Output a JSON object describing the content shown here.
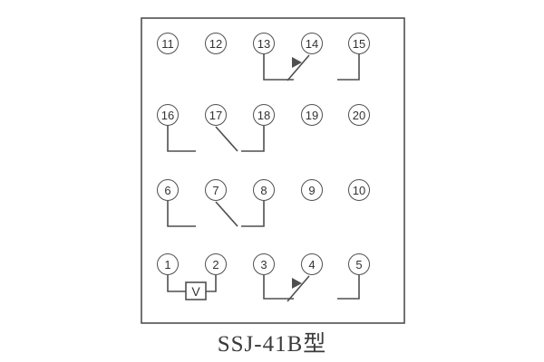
{
  "diagram": {
    "caption": "SSJ-41B型",
    "component_label": "V",
    "line_color": "#4f4f4f",
    "text_color": "#3a3a3a",
    "rows": [
      {
        "terminals": [
          "11",
          "12",
          "13",
          "14",
          "15"
        ]
      },
      {
        "terminals": [
          "16",
          "17",
          "18",
          "19",
          "20"
        ]
      },
      {
        "terminals": [
          "6",
          "7",
          "8",
          "9",
          "10"
        ]
      },
      {
        "terminals": [
          "1",
          "2",
          "3",
          "4",
          "5"
        ]
      }
    ],
    "contacts": [
      {
        "type": "switch-contact",
        "between": [
          "13",
          "14"
        ],
        "aux": "15"
      },
      {
        "type": "switch-contact",
        "between": [
          "17",
          "18"
        ],
        "aux": "16"
      },
      {
        "type": "switch-contact",
        "between": [
          "7",
          "8"
        ],
        "aux": "6"
      },
      {
        "type": "switch-contact",
        "between": [
          "3",
          "4"
        ],
        "aux": "5"
      },
      {
        "type": "voltage-element",
        "between": [
          "1",
          "2"
        ],
        "label": "V"
      }
    ]
  }
}
